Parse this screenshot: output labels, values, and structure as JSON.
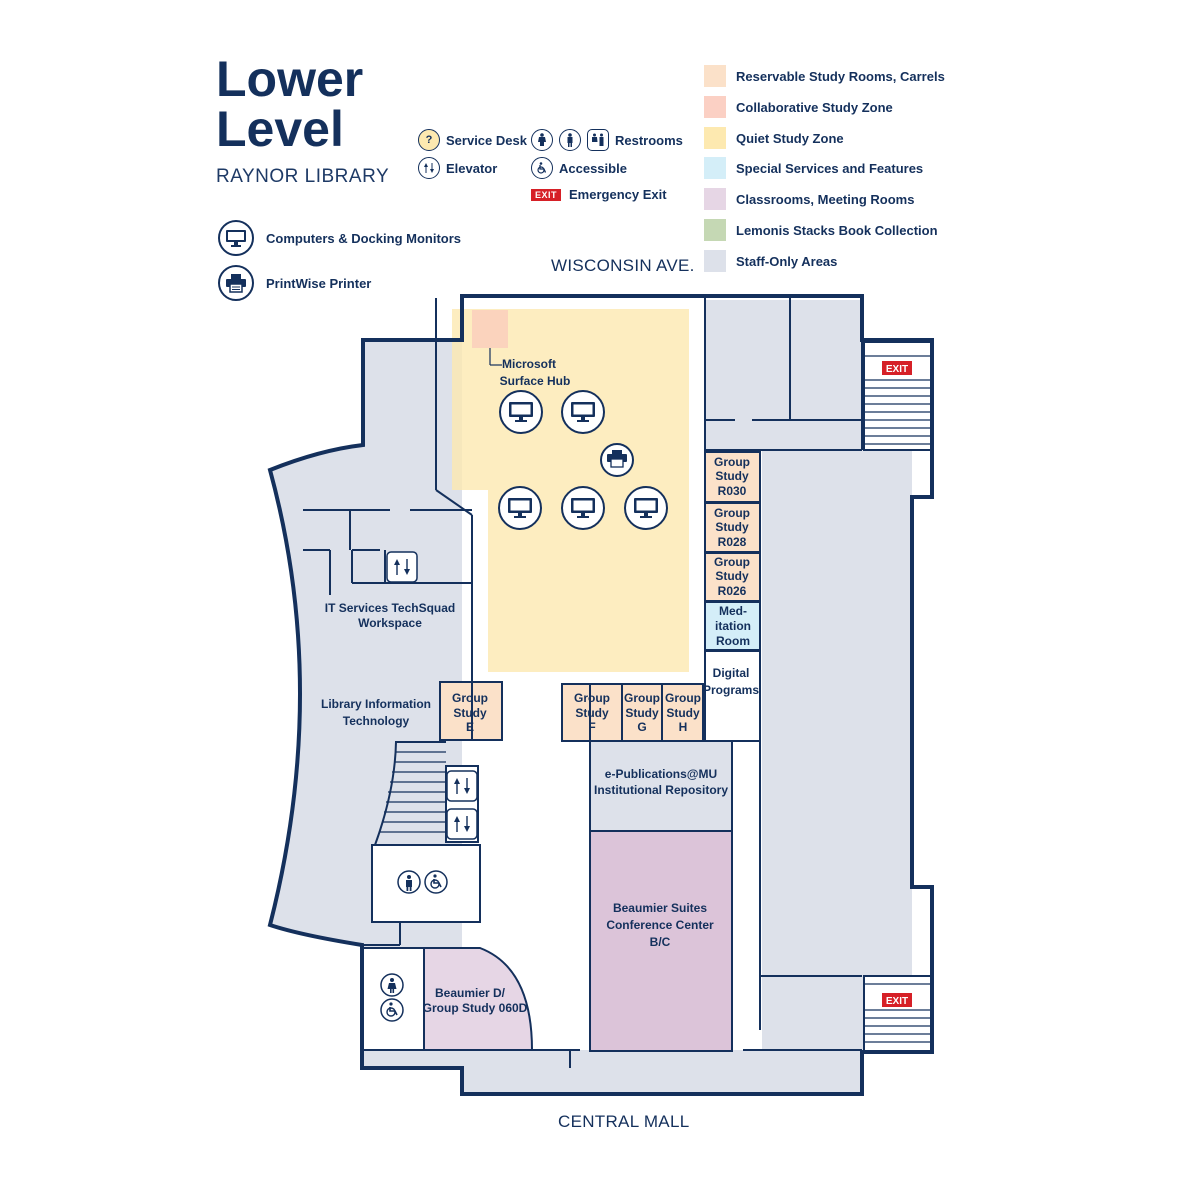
{
  "header": {
    "title_line1": "Lower",
    "title_line2": "Level",
    "subtitle": "RAYNOR LIBRARY"
  },
  "icon_legend": {
    "computers": {
      "label": "Computers & Docking Monitors",
      "icon": "monitor-icon"
    },
    "printer": {
      "label": "PrintWise Printer",
      "icon": "printer-icon"
    },
    "service_desk": {
      "label": "Service Desk",
      "icon": "question-icon"
    },
    "elevator": {
      "label": "Elevator",
      "icon": "elevator-icon"
    },
    "restrooms": {
      "label": "Restrooms",
      "icon": "restroom-icon"
    },
    "accessible": {
      "label": "Accessible",
      "icon": "wheelchair-icon"
    },
    "emergency_exit": {
      "label": "Emergency Exit",
      "tag": "EXIT"
    }
  },
  "color_legend": [
    {
      "label": "Reservable Study Rooms, Carrels",
      "color": "#fbe1c9"
    },
    {
      "label": "Collaborative Study Zone",
      "color": "#fbd0c4"
    },
    {
      "label": "Quiet Study Zone",
      "color": "#fde9b0"
    },
    {
      "label": "Special Services and Features",
      "color": "#d4eef8"
    },
    {
      "label": "Classrooms, Meeting Rooms",
      "color": "#e6d6e5"
    },
    {
      "label": "Lemonis Stacks Book Collection",
      "color": "#c5d8b4"
    },
    {
      "label": "Staff-Only Areas",
      "color": "#dde1ea"
    }
  ],
  "streets": {
    "north": "WISCONSIN AVE.",
    "south": "CENTRAL MALL"
  },
  "rooms": {
    "surface_hub": [
      "Microsoft",
      "Surface Hub"
    ],
    "r030": [
      "Group",
      "Study",
      "R030"
    ],
    "r028": [
      "Group",
      "Study",
      "R028"
    ],
    "r026": [
      "Group",
      "Study",
      "R026"
    ],
    "meditation": [
      "Med-",
      "itation",
      "Room"
    ],
    "digital": [
      "Digital",
      "Programs"
    ],
    "it_services": [
      "IT Services TechSquad",
      "Workspace"
    ],
    "lit": [
      "Library Information",
      "Technology"
    ],
    "study_e": [
      "Group",
      "Study",
      "E"
    ],
    "study_f": [
      "Group",
      "Study",
      "F"
    ],
    "study_g": [
      "Group",
      "Study",
      "G"
    ],
    "study_h": [
      "Group",
      "Study",
      "H"
    ],
    "epub": [
      "e-Publications@MU",
      "Institutional Repository"
    ],
    "beaumier_bc": [
      "Beaumier Suites",
      "Conference Center",
      "B/C"
    ],
    "beaumier_d": [
      "Beaumier D/",
      "Group Study 060D"
    ]
  },
  "exit_tag": "EXIT"
}
